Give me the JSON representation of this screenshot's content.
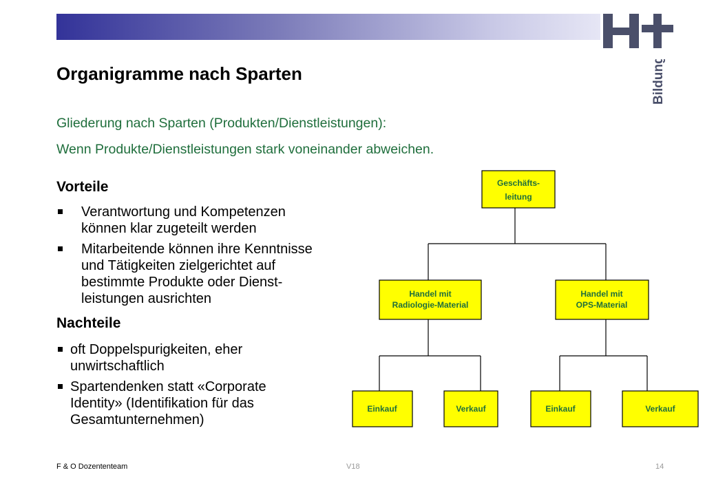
{
  "title": "Organigramme nach Sparten",
  "intro_lines": [
    "Gliederung nach Sparten (Produkten/Dienstleistungen):",
    "Wenn Produkte/Dienstleistungen stark voneinander abweichen."
  ],
  "advantages": {
    "heading": "Vorteile",
    "items": [
      [
        "Verantwortung und Kompetenzen",
        "können klar zugeteilt werden"
      ],
      [
        "Mitarbeitende können ihre Kenntnisse",
        "und Tätigkeiten zielgerichtet auf",
        "bestimmte Produkte oder Dienst-",
        "leistungen ausrichten"
      ]
    ]
  },
  "disadvantages": {
    "heading": "Nachteile",
    "items": [
      [
        "oft Doppelspurigkeiten, eher",
        "unwirtschaftlich"
      ],
      [
        "Spartendenken statt «Corporate",
        "Identity» (Identifikation für das",
        "Gesamtunternehmen)"
      ]
    ]
  },
  "org_chart": {
    "root": [
      "Geschäfts-",
      "leitung"
    ],
    "divisions": [
      {
        "label": [
          "Handel mit",
          "Radiologie-Material"
        ],
        "units": [
          "Einkauf",
          "Verkauf"
        ]
      },
      {
        "label": [
          "Handel mit",
          "OPS-Material"
        ],
        "units": [
          "Einkauf",
          "Verkauf"
        ]
      }
    ]
  },
  "logo": {
    "mark": "H+",
    "word": "Bildung"
  },
  "colors": {
    "box_fill": "#ffff00",
    "box_text": "#1f6e3c",
    "intro_text": "#1f6e3c",
    "header_start": "#333399"
  },
  "footer": {
    "left": "F & O Dozententeam",
    "center": "V18",
    "page": "14"
  }
}
